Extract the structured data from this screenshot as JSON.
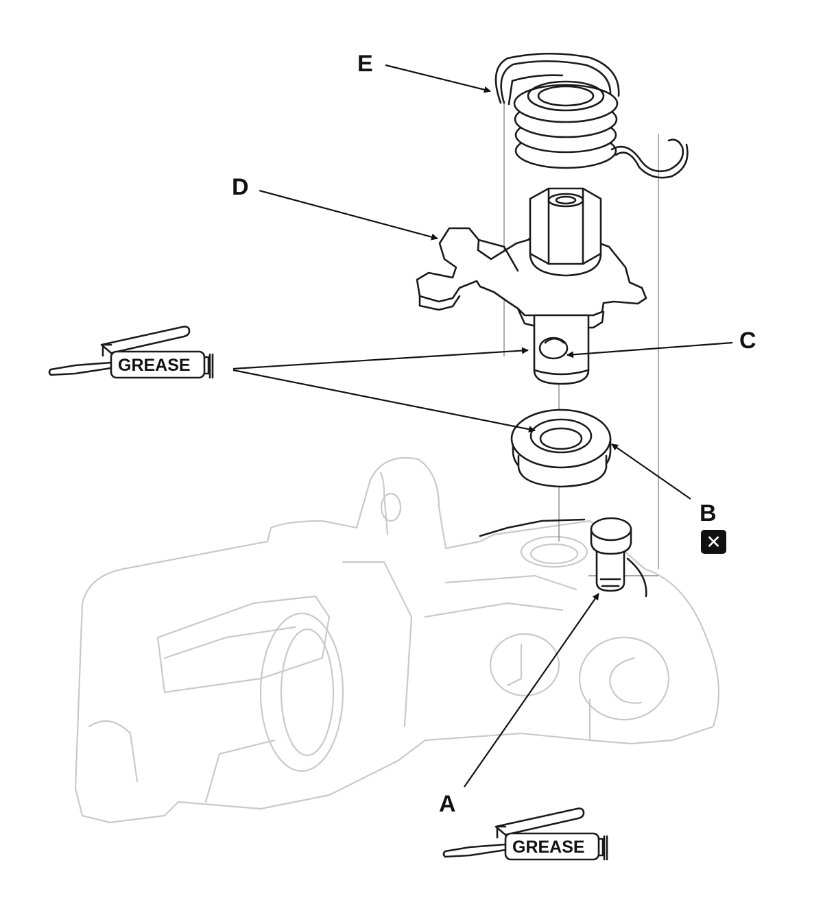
{
  "callouts": {
    "a": "A",
    "b": "B",
    "c": "C",
    "d": "D",
    "e": "E"
  },
  "grease_label": "GREASE",
  "replace_symbol": "✕",
  "icons": {
    "grease_gun": "grease-gun-icon",
    "replace_part": "replace-part-icon"
  }
}
